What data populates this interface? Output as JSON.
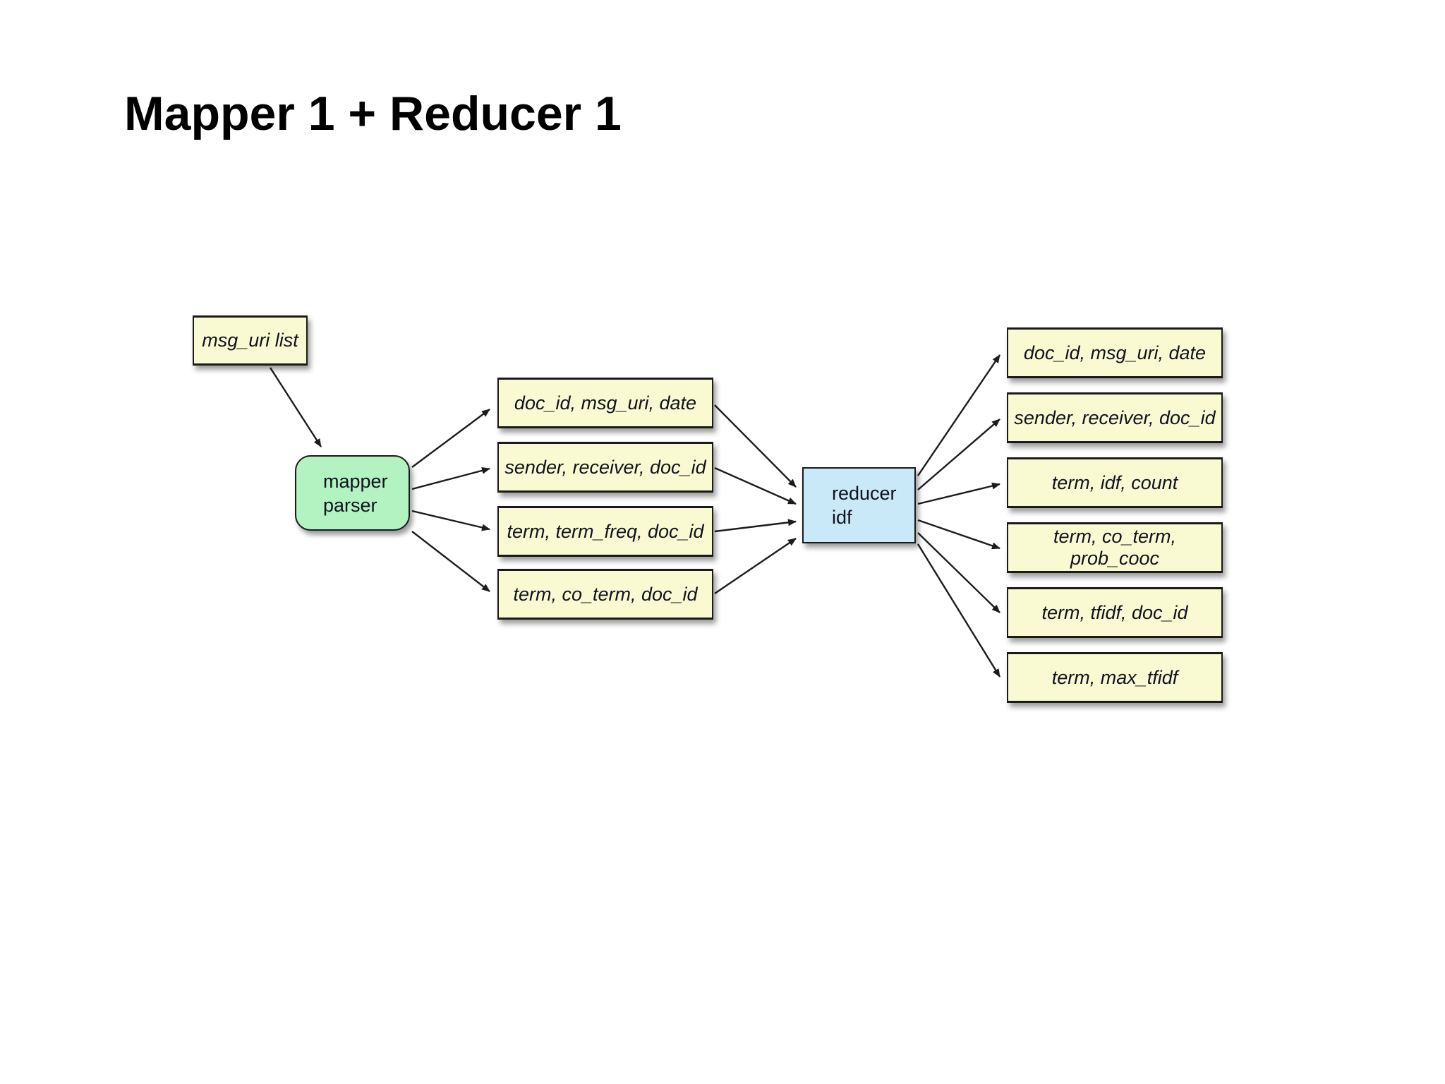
{
  "title": "Mapper 1 + Reducer 1",
  "diagram": {
    "input": {
      "label": "msg_uri list"
    },
    "mapper": {
      "line1": "mapper",
      "line2": "parser"
    },
    "reducer": {
      "line1": "reducer",
      "line2": "idf"
    },
    "mapper_outputs": [
      {
        "label": "doc_id, msg_uri, date"
      },
      {
        "label": "sender, receiver, doc_id"
      },
      {
        "label": "term, term_freq, doc_id"
      },
      {
        "label": "term, co_term, doc_id"
      }
    ],
    "reducer_outputs": [
      {
        "label": "doc_id, msg_uri, date"
      },
      {
        "label": "sender, receiver, doc_id"
      },
      {
        "label": "term, idf, count"
      },
      {
        "label": "term, co_term, prob_cooc"
      },
      {
        "label": "term, tfidf, doc_id"
      },
      {
        "label": "term, max_tfidf"
      }
    ],
    "edges": [
      {
        "from": "msg_uri list",
        "to": "mapper parser"
      },
      {
        "from": "mapper parser",
        "to": "doc_id, msg_uri, date"
      },
      {
        "from": "mapper parser",
        "to": "sender, receiver, doc_id"
      },
      {
        "from": "mapper parser",
        "to": "term, term_freq, doc_id"
      },
      {
        "from": "mapper parser",
        "to": "term, co_term, doc_id"
      },
      {
        "from": "doc_id, msg_uri, date",
        "to": "reducer idf"
      },
      {
        "from": "sender, receiver, doc_id",
        "to": "reducer idf"
      },
      {
        "from": "term, term_freq, doc_id",
        "to": "reducer idf"
      },
      {
        "from": "term, co_term, doc_id",
        "to": "reducer idf"
      },
      {
        "from": "reducer idf",
        "to": "doc_id, msg_uri, date"
      },
      {
        "from": "reducer idf",
        "to": "sender, receiver, doc_id"
      },
      {
        "from": "reducer idf",
        "to": "term, idf, count"
      },
      {
        "from": "reducer idf",
        "to": "term, co_term, prob_cooc"
      },
      {
        "from": "reducer idf",
        "to": "term, tfidf, doc_id"
      },
      {
        "from": "reducer idf",
        "to": "term, max_tfidf"
      }
    ],
    "colors": {
      "data_box_fill": "#FAFAD2",
      "mapper_fill": "#B3F2C1",
      "reducer_fill": "#C9E8F8",
      "border": "#1A1A1A",
      "arrow": "#1C1C1C"
    }
  }
}
